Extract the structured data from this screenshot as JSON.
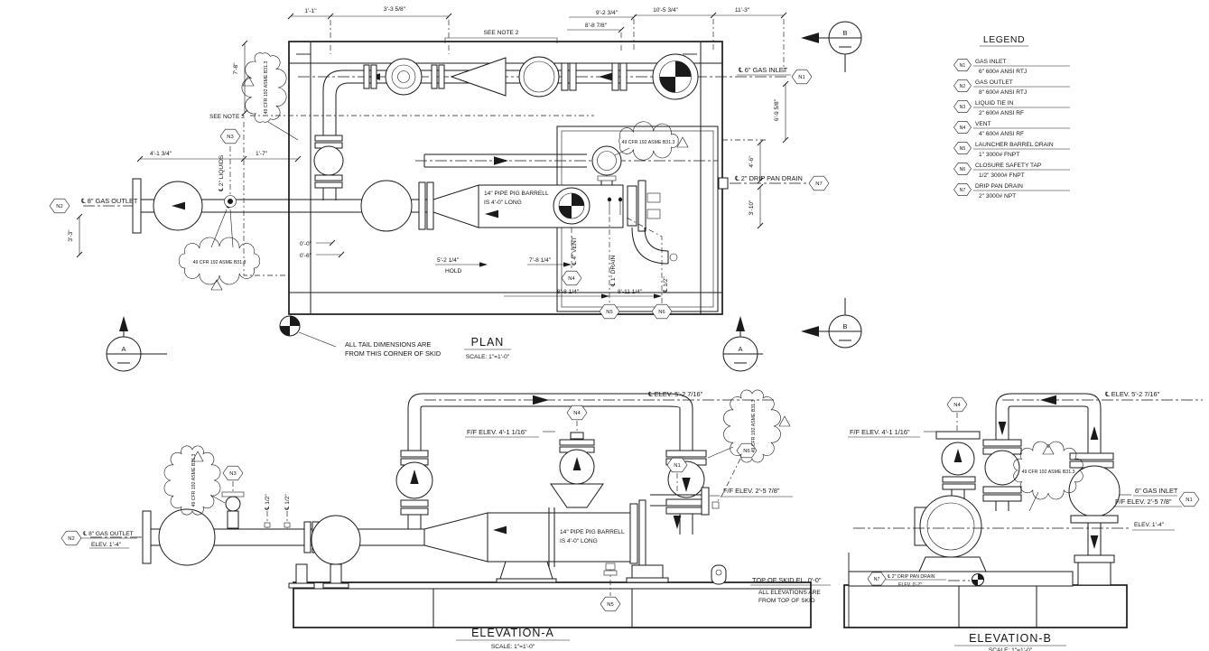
{
  "legend": {
    "title": "LEGEND",
    "items": [
      {
        "tag": "N1",
        "name": "GAS INLET",
        "spec": "6\" 600# ANSI RTJ"
      },
      {
        "tag": "N2",
        "name": "GAS OUTLET",
        "spec": "8\" 600# ANSI RTJ"
      },
      {
        "tag": "N3",
        "name": "LIQUID TIE IN",
        "spec": "2\" 600# ANSI RF"
      },
      {
        "tag": "N4",
        "name": "VENT",
        "spec": "4\" 600# ANSI RF"
      },
      {
        "tag": "N5",
        "name": "LAUNCHER BARREL DRAIN",
        "spec": "1\" 3000# FNPT"
      },
      {
        "tag": "N6",
        "name": "CLOSURE SAFETY TAP",
        "spec": "1/2\" 3000# FNPT"
      },
      {
        "tag": "N7",
        "name": "DRIP PAN DRAIN",
        "spec": "2\" 3000# NPT"
      }
    ]
  },
  "common": {
    "code_note": "49 CFR 192 ASME B31.3",
    "scale": "SCALE: 1\"=1'-0\"",
    "cl_elev_5_2": "℄ ELEV. 5'-2 7/16\"",
    "ff_elev_4_1": "F/F ELEV. 4'-1 1/16\"",
    "ff_elev_2_5": "F/F ELEV. 2'-5 7/8\"",
    "elev_1_4": "ELEV. 1'-4\"",
    "gas_outlet_cl": "℄ 8\" GAS OUTLET",
    "barrel_note_1": "14\" PIPE PIG BARRELL",
    "barrel_note_2": "IS 4'-0\" LONG",
    "half_cl": "℄ 1/2\""
  },
  "plan": {
    "title": "PLAN",
    "see_note_2": "SEE NOTE 2",
    "see_note_3": "SEE NOTE 3",
    "corner_note_1": "ALL TAIL DIMENSIONS ARE",
    "corner_note_2": "FROM THIS CORNER OF SKID",
    "gas_inlet_cl": "℄ 6\" GAS INLET",
    "drip_cl": "℄ 2\" DRIP PAN DRAIN",
    "liquids_cl": "℄ 2\" LIQUIDS",
    "vent_cl": "℄ 4\" VENT",
    "drain_cl": "℄ 1\" DRAIN",
    "hold": "HOLD",
    "dims": {
      "d_1_1": "1'-1\"",
      "d_3_3_5_8": "3'-3 5/8\"",
      "d_9_2_3_4": "9'-2 3/4\"",
      "d_8_8_7_8": "8'-8 7/8\"",
      "d_10_5_3_4": "10'-5 3/4\"",
      "d_11_3": "11'-3\"",
      "d_7_8": "7'-8\"",
      "d_4_1_3_4": "4'-1 3/4\"",
      "d_1_7": "1'-7\"",
      "d_3_3": "3'-3\"",
      "d_0_0": "0'-0\"",
      "d_0_6": "0'-6\"",
      "d_5_2_1_4": "5'-2 1/4\"",
      "d_7_8_1_4": "7'-8 1/4\"",
      "d_8_8_1_4": "8'-8 1/4\"",
      "d_8_11_1_4": "8'-11 1/4\"",
      "d_6_9_5_8": "6'-9 5/8\"",
      "d_4_6": "4'-6\"",
      "d_3_10": "3'-10\""
    }
  },
  "elevation_a": {
    "title": "ELEVATION-A"
  },
  "elevation_b": {
    "title": "ELEVATION-B",
    "gas_inlet": "6\" GAS INLET",
    "drip_cl": "℄ 2\" DRIP PAN DRAIN",
    "drip_elev": "ELEV. 0'-2\""
  },
  "skid_note": {
    "line1": "TOP OF SKID EL. 0'-0\"",
    "line2": "ALL ELEVATIONS ARE",
    "line3": "FROM TOP OF SKID"
  },
  "markers": {
    "a": "A",
    "b": "B"
  },
  "tags": {
    "n1": "N1",
    "n2": "N2",
    "n3": "N3",
    "n4": "N4",
    "n5": "N5",
    "n6": "N6",
    "n7": "N7"
  }
}
